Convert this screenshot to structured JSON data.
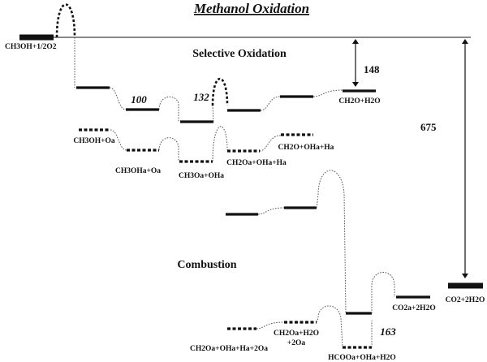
{
  "diagram": {
    "title": "Methanol Oxidation",
    "sections": {
      "selective": "Selective Oxidation",
      "combustion": "Combustion"
    },
    "species": {
      "start": "CH3OH+1/2O2",
      "ch3oh_oa": "CH3OH+Oa",
      "ch3oha_oa": "CH3OHa+Oa",
      "ch3oa_oha": "CH3Oa+OHa",
      "ch2oa_oha_ha": "CH2Oa+OHa+Ha",
      "ch2o_oha_ha": "CH2O+OHa+Ha",
      "ch2o_h2o": "CH2O+H2O",
      "ch2oa_oha_ha_2oa": "CH2Oa+OHa+Ha+2Oa",
      "ch2oa_h2o_line1": "CH2Oa+H2O",
      "ch2oa_h2o_line2": "+2Oa",
      "hcooa_oha_h2o": "HCOOa+OHa+H2O",
      "co2a_2h2o": "CO2a+2H2O",
      "co2_2h2o": "CO2+2H2O"
    },
    "barriers": {
      "b100": "100",
      "b132": "132",
      "b163": "163"
    },
    "energies": {
      "selective_dE": "148",
      "combustion_dE": "675"
    }
  }
}
